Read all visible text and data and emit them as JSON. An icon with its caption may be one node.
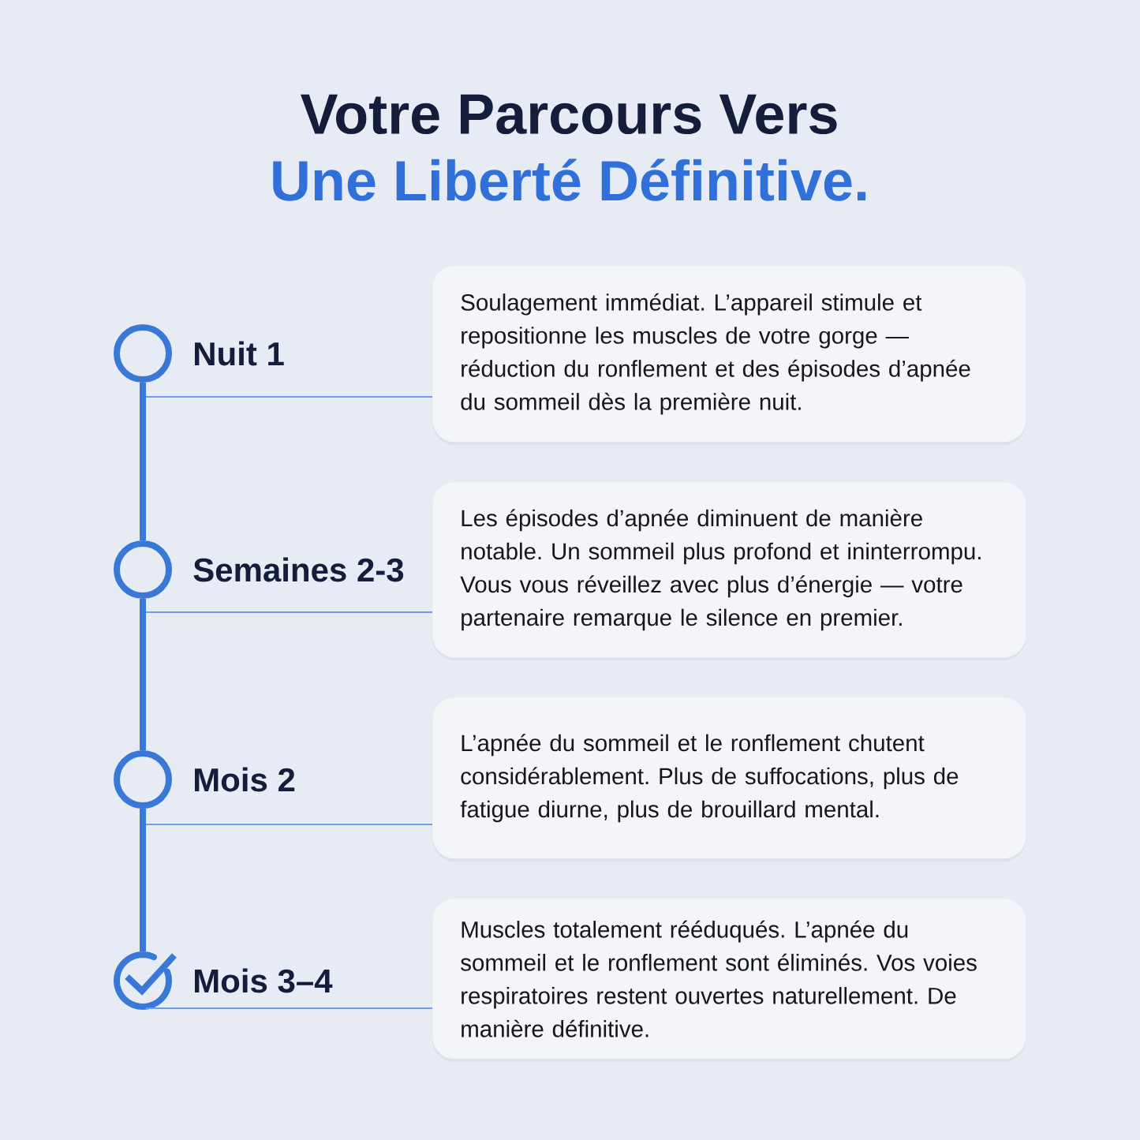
{
  "diagram": {
    "title": "Votre Parcours Vers",
    "nodes": [
      {
        "text": [],
        "shape": "circle",
        "beside": [
          "Nuit 1"
        ]
      },
      {
        "text": [
          "Soulagement immédiat. L’appareil stimule et repositionne les muscles de votre gorge — réduction du ronflement et des épisodes d’apnée du sommeil dès la première nuit."
        ]
      },
      {
        "text": [],
        "shape": "circle",
        "beside": [
          "Semaines 2-3"
        ]
      },
      {
        "text": [
          "Les épisodes d’apnée diminuent de manière notable. Un sommeil plus profond et ininterrompu. Vous vous réveillez avec plus d’énergie — votre partenaire remarque le silence en premier."
        ]
      },
      {
        "text": [],
        "shape": "circle",
        "beside": [
          "Mois 2"
        ]
      },
      {
        "text": [
          "L’apnée du sommeil et le ronflement chutent considérablement. Plus de suffocations, plus de fatigue diurne, plus de brouillard mental."
        ]
      },
      {
        "text": [],
        "shape": "check",
        "beside": [
          "Mois 3–4"
        ]
      },
      {
        "text": [
          "Muscles totalement rééduqués. L’apnée du sommeil et le ronflement sont éliminés. Vos voies respiratoires restent ouvertes naturellement. De manière définitive."
        ]
      }
    ],
    "edges": [
      {
        "from": 0,
        "to": 1,
        "arrow": "none"
      },
      {
        "from": 0,
        "to": 2,
        "arrow": "none",
        "style": "thick",
        "color": "#3a78d8"
      },
      {
        "from": 2,
        "to": 3,
        "arrow": "none"
      },
      {
        "from": 2,
        "to": 4,
        "arrow": "none",
        "style": "thick",
        "color": "#3a78d8"
      },
      {
        "from": 4,
        "to": 5,
        "arrow": "none"
      },
      {
        "from": 4,
        "to": 6,
        "arrow": "none",
        "style": "thick",
        "color": "#3a78d8"
      },
      {
        "from": 6,
        "to": 7,
        "arrow": "none"
      }
    ],
    "labels": [
      "Une Liberté Définitive."
    ]
  }
}
